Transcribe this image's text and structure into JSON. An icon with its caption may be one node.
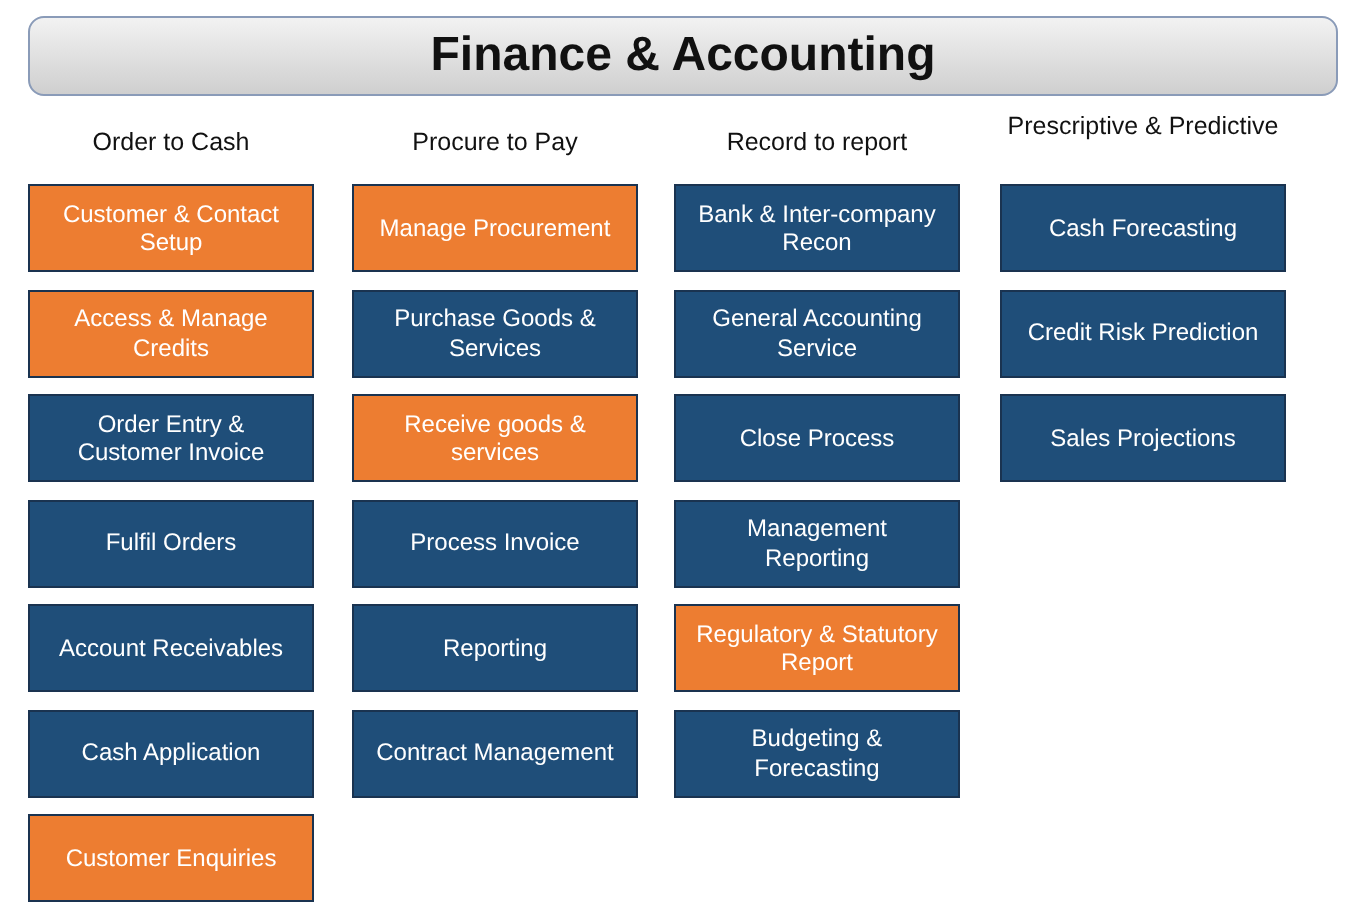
{
  "diagram": {
    "title": "Finance & Accounting",
    "nodes": [
      {
        "text": [
          "Customer & Contact Setup"
        ]
      },
      {
        "text": [
          "Access & Manage Credits"
        ]
      },
      {
        "text": [
          "Order Entry & Customer Invoice"
        ]
      },
      {
        "text": [
          "Fulfil Orders"
        ]
      },
      {
        "text": [
          "Account Receivables"
        ]
      },
      {
        "text": [
          "Cash Application"
        ]
      },
      {
        "text": [
          "Customer Enquiries"
        ]
      },
      {
        "text": [
          "Manage Procurement"
        ]
      },
      {
        "text": [
          "Purchase Goods & Services"
        ]
      },
      {
        "text": [
          "Receive goods & services"
        ]
      },
      {
        "text": [
          "Process Invoice"
        ]
      },
      {
        "text": [
          "Reporting"
        ]
      },
      {
        "text": [
          "Contract Management"
        ]
      },
      {
        "text": [
          "Bank & Inter-company Recon"
        ]
      },
      {
        "text": [
          "General Accounting Service"
        ]
      },
      {
        "text": [
          "Close Process"
        ]
      },
      {
        "text": [
          "Management Reporting"
        ]
      },
      {
        "text": [
          "Regulatory & Statutory Report"
        ]
      },
      {
        "text": [
          "Budgeting & Forecasting"
        ]
      },
      {
        "text": [
          "Cash Forecasting"
        ]
      },
      {
        "text": [
          "Credit Risk Prediction"
        ]
      },
      {
        "text": [
          "Sales Projections"
        ]
      }
    ],
    "labels": [
      "Order to Cash",
      "Procure to Pay",
      "Record to report",
      "Prescriptive & Predictive"
    ]
  }
}
